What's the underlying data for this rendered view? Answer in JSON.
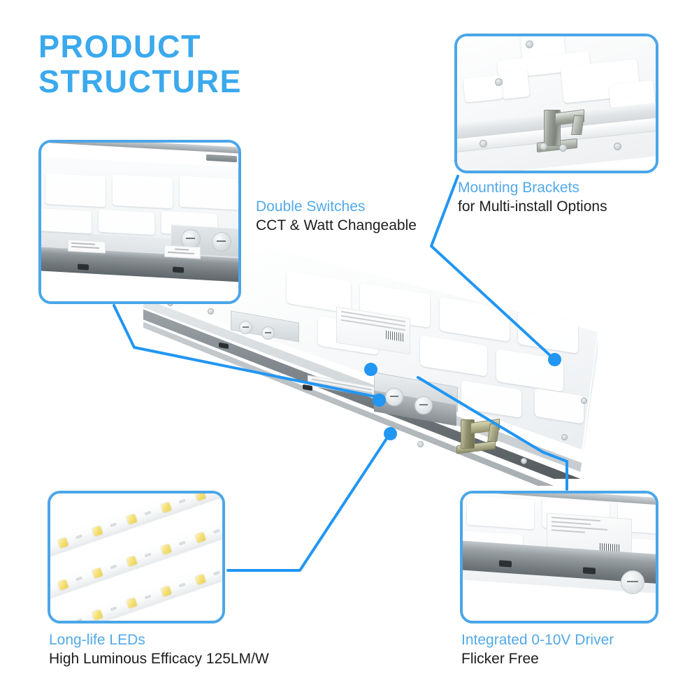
{
  "page": {
    "title_line1": "PRODUCT",
    "title_line2": "STRUCTURE",
    "title_text": "PRODUCT\nSTRUCTURE",
    "background_color": "#ffffff",
    "accent_color": "#3BA9ED",
    "callout_border_color": "#4BA6E8",
    "connector_color": "#2196F3",
    "heading_color": "#52A9E8",
    "body_text_color": "#1d1d1d"
  },
  "callouts": [
    {
      "id": "double-switches",
      "position": "top-left",
      "heading": "Double Switches",
      "subtext": "CCT & Watt Changeable",
      "photo": "led-panel-edge-with-two-rotary-switches"
    },
    {
      "id": "mounting-brackets",
      "position": "top-right",
      "heading": "Mounting Brackets",
      "subtext": "for Multi-install Options",
      "photo": "white-panel-back-with-chrome-l-bracket"
    },
    {
      "id": "long-life-leds",
      "position": "bottom-left",
      "heading": "Long-life LEDs",
      "subtext": "High Luminous Efficacy 125LM/W",
      "photo": "three-diagonal-led-strips-with-warm-chips"
    },
    {
      "id": "integrated-driver",
      "position": "bottom-right",
      "heading": "Integrated 0-10V Driver",
      "subtext": "Flicker Free",
      "photo": "panel-back-with-driver-label-and-knob"
    }
  ],
  "hero": {
    "name": "led-flat-panel-light",
    "description": "2x4 LED flat panel light shown in perspective from the back",
    "parts": [
      "embossed-back-housing",
      "aluminum-side-frame",
      "switch-box-with-two-knobs",
      "mounting-bracket",
      "driver-label"
    ]
  },
  "connectors": [
    {
      "from": "double-switches",
      "to": "hero-switch-box"
    },
    {
      "from": "mounting-brackets",
      "to": "hero-right-bracket"
    },
    {
      "from": "long-life-leds",
      "to": "hero-underside"
    },
    {
      "from": "integrated-driver",
      "to": "hero-driver-area"
    }
  ]
}
